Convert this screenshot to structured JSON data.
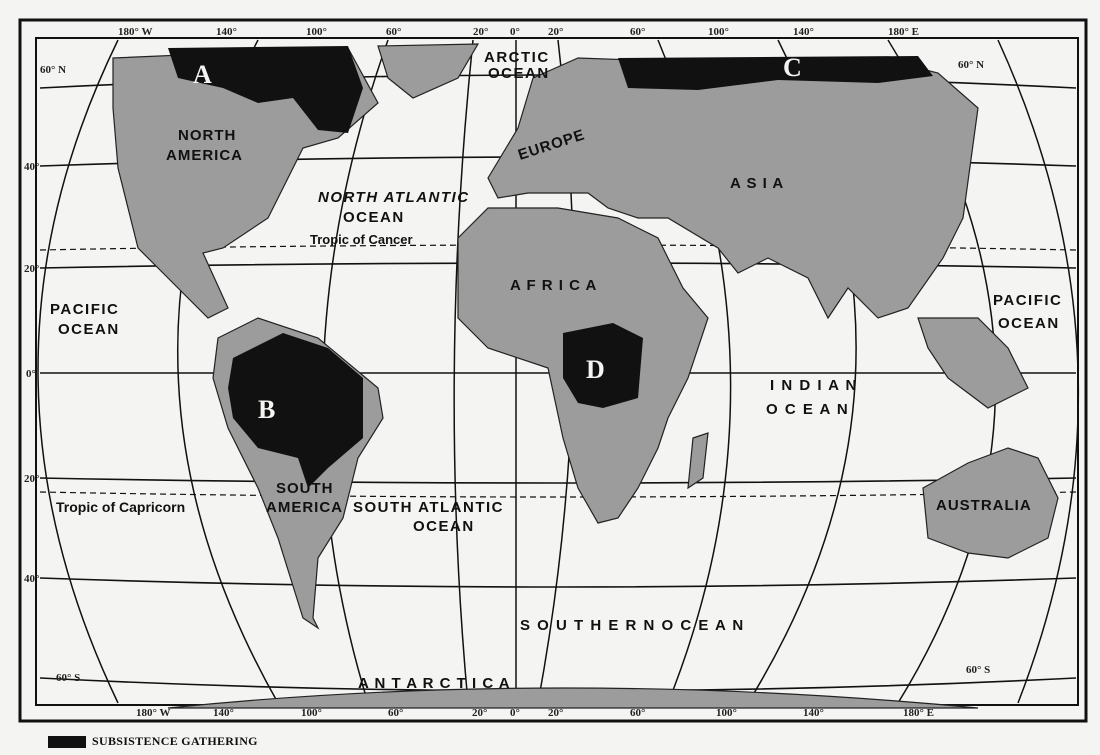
{
  "continents": {
    "north_america": [
      "NORTH",
      "AMERICA"
    ],
    "south_america": [
      "SOUTH",
      "AMERICA"
    ],
    "europe": "EUROPE",
    "asia": "A S I A",
    "africa": "A F R I C A",
    "australia": "AUSTRALIA",
    "antarctica": "A N T A R C T I C A"
  },
  "oceans": {
    "arctic": [
      "ARCTIC",
      "OCEAN"
    ],
    "north_atlantic": [
      "NORTH ATLANTIC",
      "OCEAN"
    ],
    "pacific_west": [
      "PACIFIC",
      "OCEAN"
    ],
    "pacific_east": [
      "PACIFIC",
      "OCEAN"
    ],
    "indian": [
      "I N D I A N",
      "O C E A N"
    ],
    "south_atlantic": [
      "SOUTH ATLANTIC",
      "OCEAN"
    ],
    "southern": "S O U T H E R N  O C E A N"
  },
  "lines": {
    "tropic_cancer": "Tropic of Cancer",
    "tropic_capricorn": "Tropic of Capricorn"
  },
  "regions": [
    "A",
    "B",
    "C",
    "D"
  ],
  "longitudes_top": [
    "180° W",
    "140°",
    "100°",
    "60°",
    "20°",
    "0°",
    "20°",
    "60°",
    "100°",
    "140°",
    "180° E"
  ],
  "longitudes_bottom": [
    "180° W",
    "140°",
    "100°",
    "60°",
    "20°",
    "0°",
    "20°",
    "60°",
    "100°",
    "140°",
    "180° E"
  ],
  "latitudes_left": [
    "60° N",
    "40°",
    "20°",
    "0°",
    "20°",
    "40°",
    "60° S"
  ],
  "latitudes_right": [
    "60° N",
    "60° S"
  ],
  "legend": {
    "label": "SUBSISTENCE GATHERING",
    "color": "#111111"
  },
  "colors": {
    "land": "#9c9c9c",
    "highlight": "#111111",
    "water": "#f4f4f2"
  }
}
